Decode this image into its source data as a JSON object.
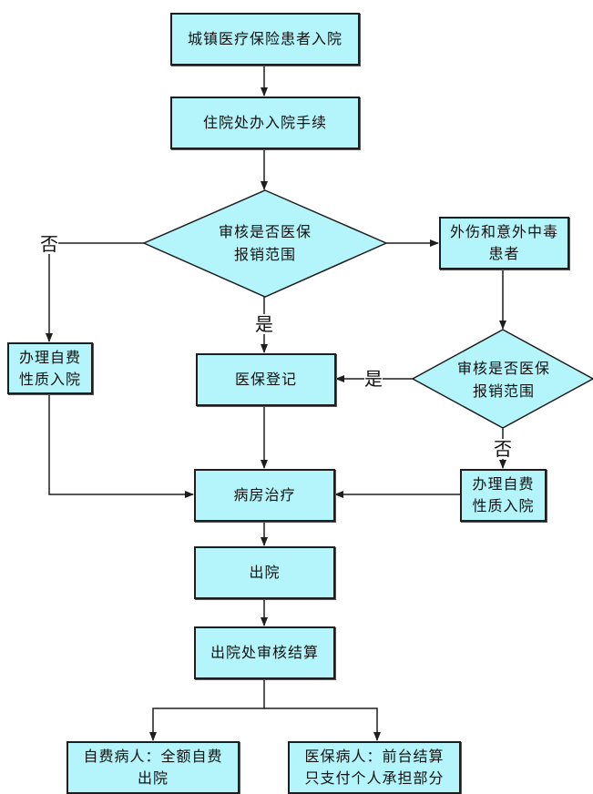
{
  "colors": {
    "fill": "#b3f5fa",
    "stroke": "#1e1e1e",
    "background": "#ffffff"
  },
  "nodes": {
    "start": "城镇医疗保险患者入院",
    "admission": "住院处办入院手续",
    "check1": [
      "审核是否医保",
      "报销范围"
    ],
    "self_pay_left": [
      "办理自费",
      "性质入院"
    ],
    "trauma": [
      "外伤和意外中毒",
      "患者"
    ],
    "register": "医保登记",
    "check2": [
      "审核是否医保",
      "报销范围"
    ],
    "ward": "病房治疗",
    "self_pay_right": [
      "办理自费",
      "性质入院"
    ],
    "discharge": "出院",
    "settlement": "出院处审核结算",
    "self_pay_patient": [
      "自费病人：全额自费",
      "出院"
    ],
    "insured_patient": [
      "医保病人：前台结算",
      "只支付个人承担部分"
    ]
  },
  "labels": {
    "check1_no": "否",
    "check1_yes": "是",
    "check2_yes": "是",
    "check2_no": "否"
  }
}
